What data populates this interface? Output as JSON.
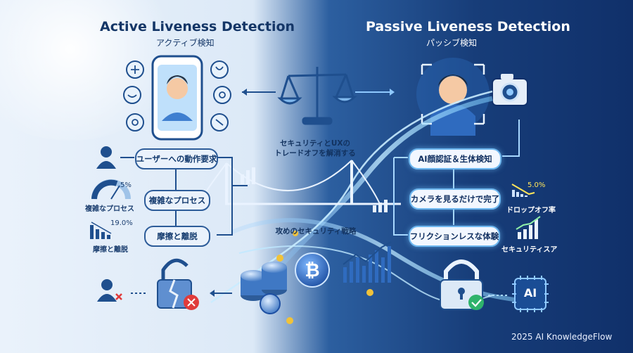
{
  "active": {
    "title": "Active Liveness Detection",
    "subtitle": "アクティブ検知",
    "steps": [
      "ユーザーへの動作要求",
      "複雑なプロセス",
      "摩擦と離脱"
    ],
    "stats": [
      {
        "value": "5%",
        "label": "複雑なプロセス"
      },
      {
        "value": "19.0%",
        "label": "摩擦と離脱"
      }
    ]
  },
  "passive": {
    "title": "Passive Liveness Detection",
    "subtitle": "パッシブ検知",
    "steps": [
      "AI顔認証＆生体検知",
      "カメラを見るだけで完了",
      "フリクションレスな体験"
    ],
    "stats": [
      {
        "value": "5.0%",
        "label": "ドロップオフ率"
      },
      {
        "value": "",
        "label": "セキュリティスア"
      }
    ]
  },
  "center": {
    "tradeoff_line1": "セキュリティとUXの",
    "tradeoff_line2": "トレードオフを解消する",
    "strategy": "攻めのセキュリティ戦略"
  },
  "chip_label": "AI",
  "footer": "2025 AI KnowledgeFlow",
  "colors": {
    "left_accent": "#2d5c99",
    "right_accent": "#6fb8f0",
    "deny": "#e03b3b",
    "approve": "#2fb36b"
  }
}
